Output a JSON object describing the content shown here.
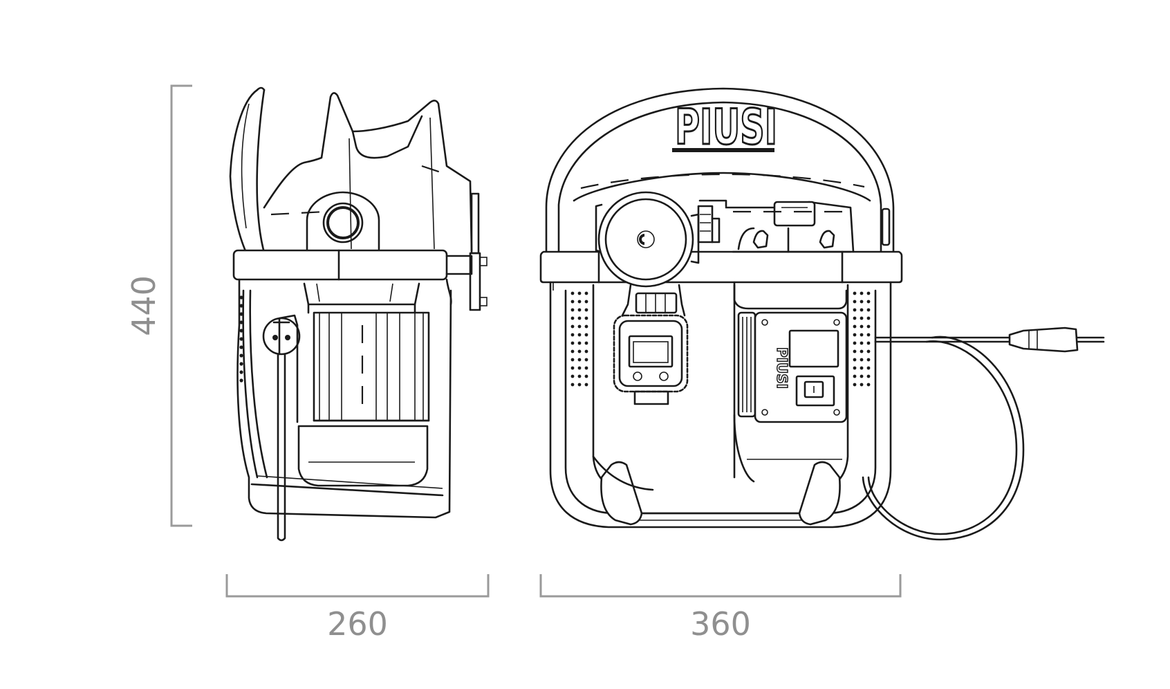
{
  "dimensions": {
    "height": "440",
    "side_width": "260",
    "front_width": "360"
  },
  "front_view": {
    "logo_text": "PIUSI"
  },
  "colors": {
    "line": "#1a1a1a",
    "dimension": "#9a9a9a",
    "background": "#ffffff"
  }
}
